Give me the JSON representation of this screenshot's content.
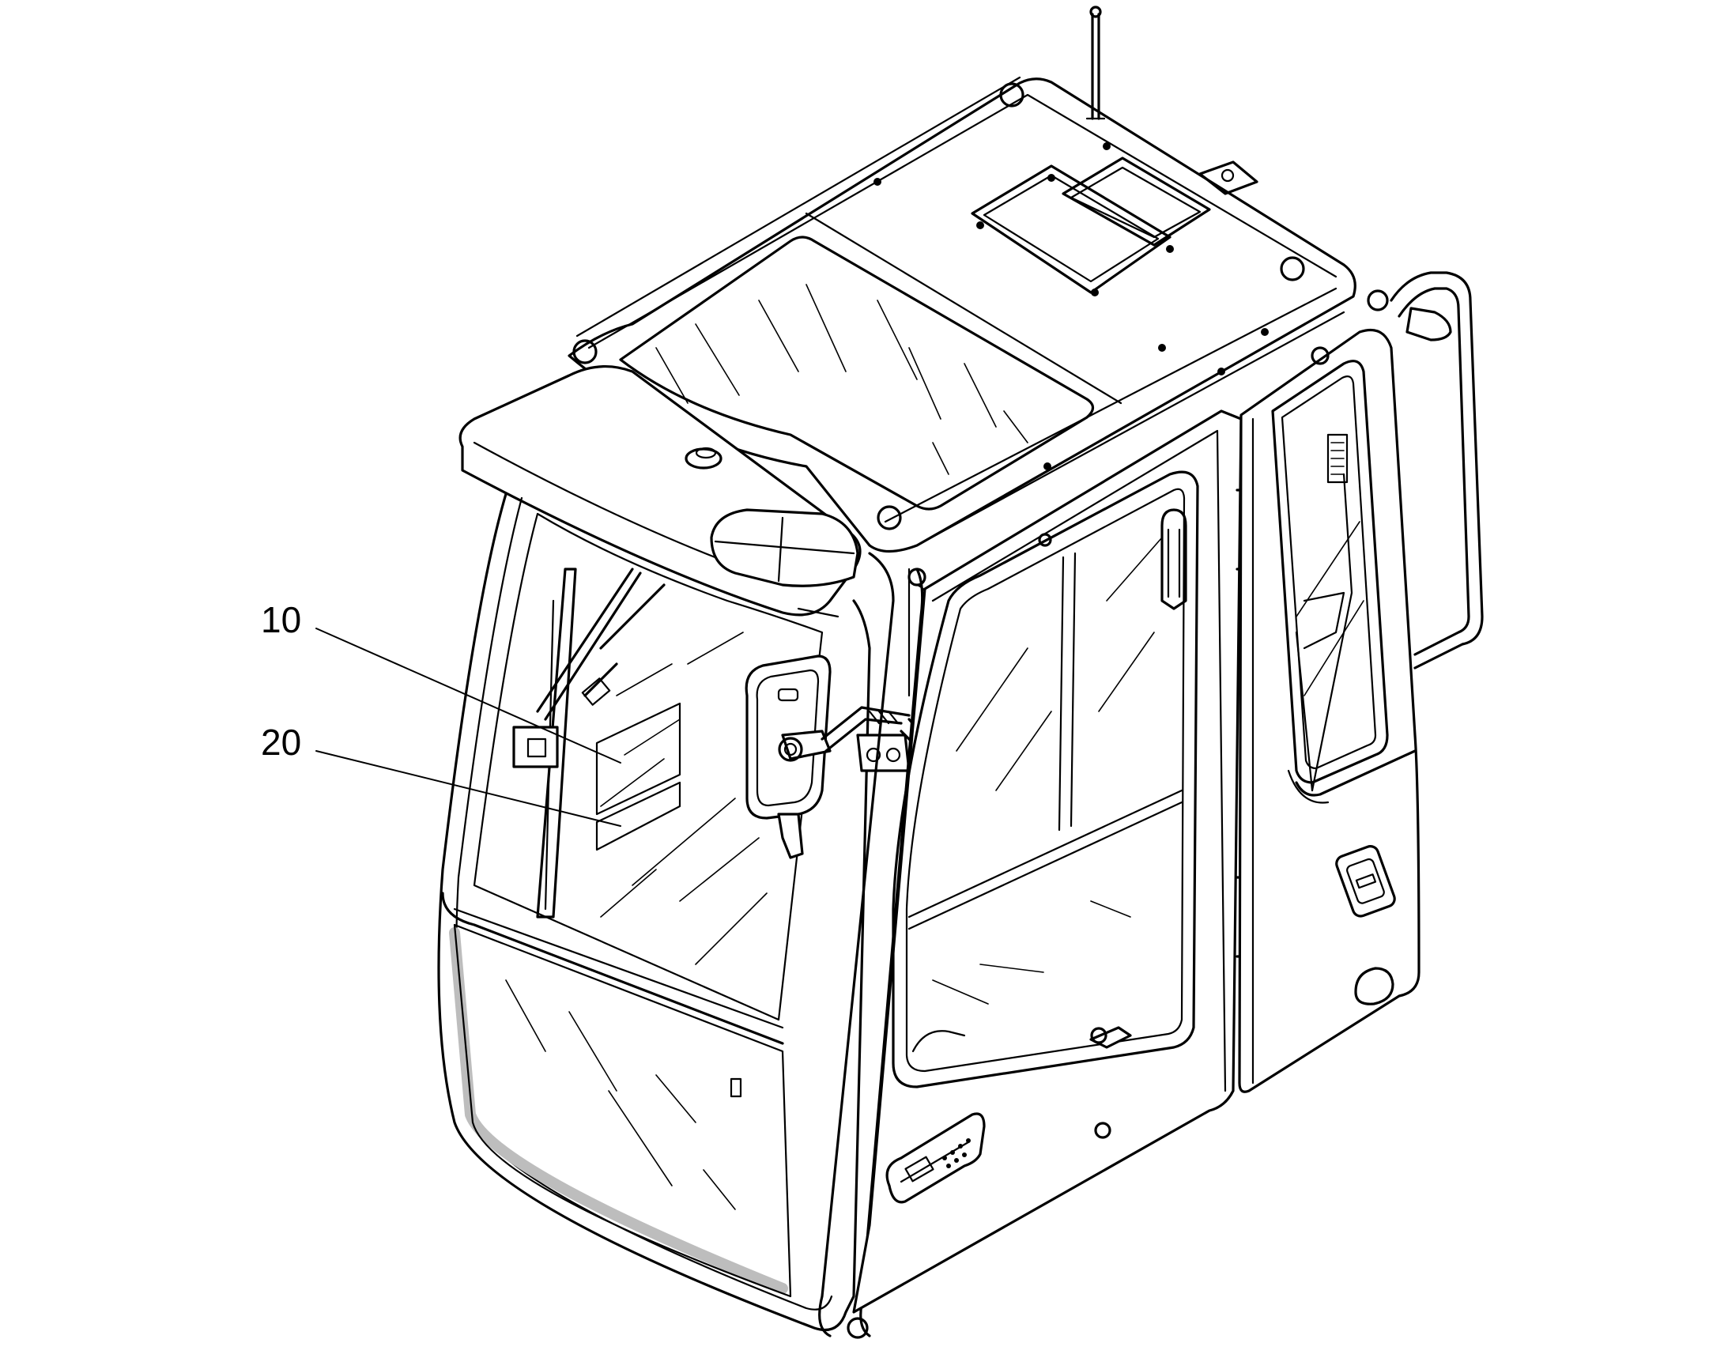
{
  "diagram": {
    "subject": "operator cab",
    "callouts": [
      {
        "id": "callout-10",
        "label": "10"
      },
      {
        "id": "callout-20",
        "label": "20"
      }
    ],
    "colors": {
      "line": "#000000",
      "background": "#ffffff",
      "shading": "#bdbdbd"
    }
  }
}
